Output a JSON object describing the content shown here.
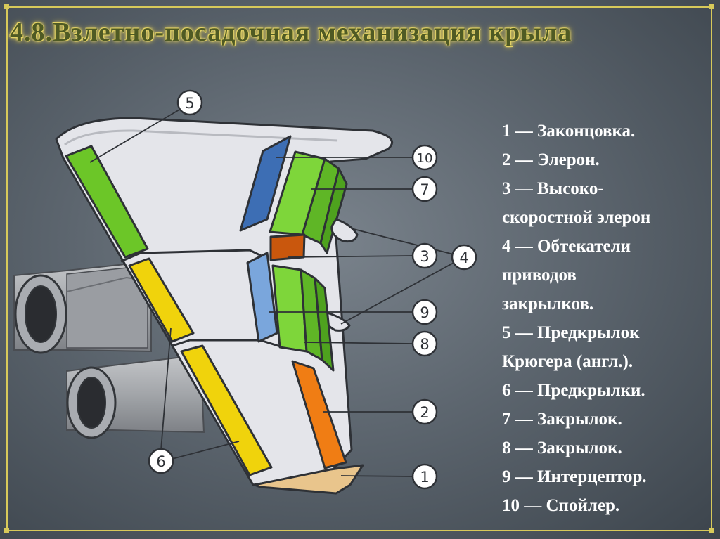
{
  "title": "4.8.Взлетно-посадочная механизация крыла",
  "callouts": {
    "c1": "1",
    "c2": "2",
    "c3": "3",
    "c4": "4",
    "c5": "5",
    "c6": "6",
    "c7": "7",
    "c8": "8",
    "c9": "9",
    "c10": "10"
  },
  "legend": [
    "1 — Законцовка.",
    "2 — Элерон.",
    "3 — Высоко-",
    "скоростной элерон",
    "4 — Обтекатели",
    "приводов",
    "закрылков.",
    "5 — Предкрылок",
    "Крюгера  (англ.).",
    "6 — Предкрылки.",
    "7 — Закрылок.",
    "8 — Закрылок.",
    "9 — Интерцептор.",
    "10 — Спойлер."
  ],
  "colors": {
    "background": "#5d666f",
    "frame": "#d7c95a",
    "title": "#4f5a24",
    "legend_text": "#ffffff",
    "wing": "#e4e5ea",
    "krueger_flap": "#6cc628",
    "slats": "#f0d30c",
    "flap": "#7ed63a",
    "aileron": "#f07d14",
    "high_speed_aileron": "#c9570d",
    "spoiler": "#3d6eb4",
    "interceptor": "#7aa6dc",
    "wingtip": "#e9c58c",
    "engine": "#aeb1b5"
  }
}
